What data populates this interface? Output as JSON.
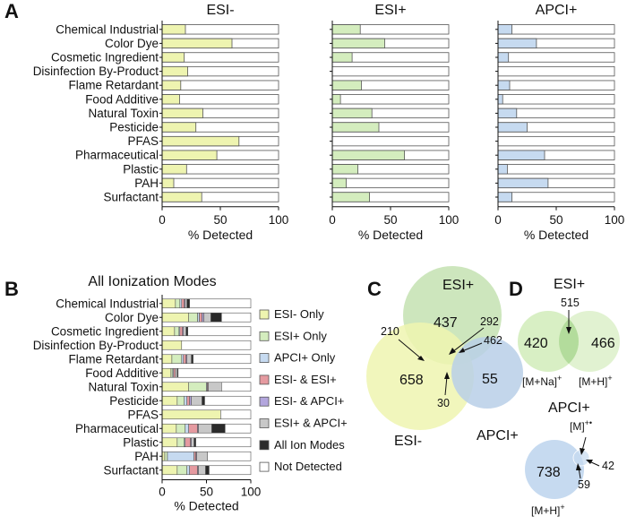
{
  "panels": {
    "A": "A",
    "B": "B",
    "C": "C",
    "D": "D"
  },
  "colors": {
    "esi_neg": "#eef4b0",
    "esi_pos": "#d4edbe",
    "apci_pos": "#c6daf0",
    "esi_neg_and_esi_pos": "#e59aa0",
    "esi_neg_and_apci_pos": "#b3a6dd",
    "esi_pos_and_apci_pos": "#c8c8c8",
    "all_modes": "#2a2a2a",
    "not_detected": "#ffffff"
  },
  "chart_data": [
    {
      "panel": "A",
      "type": "bar",
      "orientation": "horizontal",
      "title": "ESI-",
      "xlabel": "% Detected",
      "xlim": [
        0,
        100
      ],
      "xticks": [
        0,
        50,
        100
      ],
      "categories": [
        "Chemical Industrial",
        "Color Dye",
        "Cosmetic Ingredient",
        "Disinfection By-Product",
        "Flame Retardant",
        "Food Additive",
        "Natural Toxin",
        "Pesticide",
        "PFAS",
        "Pharmaceutical",
        "Plastic",
        "PAH",
        "Surfactant"
      ],
      "values": [
        20,
        60,
        19,
        22,
        16,
        15,
        35,
        29,
        66,
        47,
        21,
        10,
        34
      ]
    },
    {
      "panel": "A",
      "type": "bar",
      "orientation": "horizontal",
      "title": "ESI+",
      "xlabel": "% Detected",
      "xlim": [
        0,
        100
      ],
      "xticks": [
        0,
        50,
        100
      ],
      "categories": [
        "Chemical Industrial",
        "Color Dye",
        "Cosmetic Ingredient",
        "Disinfection By-Product",
        "Flame Retardant",
        "Food Additive",
        "Natural Toxin",
        "Pesticide",
        "PFAS",
        "Pharmaceutical",
        "Plastic",
        "PAH",
        "Surfactant"
      ],
      "values": [
        24,
        45,
        17,
        0,
        25,
        7,
        34,
        40,
        0,
        62,
        22,
        12,
        32
      ]
    },
    {
      "panel": "A",
      "type": "bar",
      "orientation": "horizontal",
      "title": "APCI+",
      "xlabel": "% Detected",
      "xlim": [
        0,
        100
      ],
      "xticks": [
        0,
        50,
        100
      ],
      "categories": [
        "Chemical Industrial",
        "Color Dye",
        "Cosmetic Ingredient",
        "Disinfection By-Product",
        "Flame Retardant",
        "Food Additive",
        "Natural Toxin",
        "Pesticide",
        "PFAS",
        "Pharmaceutical",
        "Plastic",
        "PAH",
        "Surfactant"
      ],
      "values": [
        12,
        33,
        9,
        0,
        10,
        4,
        16,
        25,
        0,
        40,
        8,
        43,
        12
      ]
    },
    {
      "panel": "B",
      "type": "bar",
      "orientation": "horizontal",
      "stacked": true,
      "title": "All Ionization Modes",
      "xlabel": "% Detected",
      "xlim": [
        0,
        100
      ],
      "xticks": [
        0,
        50,
        100
      ],
      "legend_position": "right",
      "categories": [
        "Chemical Industrial",
        "Color Dye",
        "Cosmetic Ingredient",
        "Disinfection By-Product",
        "Flame Retardant",
        "Food Additive",
        "Natural Toxin",
        "Pesticide",
        "PFAS",
        "Pharmaceutical",
        "Plastic",
        "PAH",
        "Surfactant"
      ],
      "series": [
        {
          "name": "ESI- Only",
          "color_key": "esi_neg",
          "values": [
            15,
            30,
            14,
            22,
            11,
            10,
            30,
            17,
            66,
            16,
            17,
            3,
            17
          ]
        },
        {
          "name": "ESI+ Only",
          "color_key": "esi_pos",
          "values": [
            5,
            10,
            5,
            0,
            11,
            2,
            20,
            8,
            0,
            10,
            8,
            3,
            11
          ]
        },
        {
          "name": "APCI+ Only",
          "color_key": "apci_pos",
          "values": [
            2,
            2,
            1,
            0,
            2,
            1,
            1,
            3,
            0,
            4,
            1,
            30,
            3
          ]
        },
        {
          "name": "ESI- & ESI+",
          "color_key": "esi_neg_and_esi_pos",
          "values": [
            3,
            3,
            3,
            0,
            3,
            2,
            1,
            3,
            0,
            10,
            6,
            2,
            9
          ]
        },
        {
          "name": "ESI- & APCI+",
          "color_key": "esi_neg_and_apci_pos",
          "values": [
            1,
            2,
            1,
            0,
            1,
            0,
            0,
            2,
            0,
            1,
            1,
            1,
            1
          ]
        },
        {
          "name": "ESI+ & APCI+",
          "color_key": "esi_pos_and_apci_pos",
          "values": [
            2,
            8,
            3,
            0,
            5,
            2,
            15,
            12,
            0,
            15,
            3,
            12,
            8
          ]
        },
        {
          "name": "All Ion Modes",
          "color_key": "all_modes",
          "values": [
            3,
            12,
            2,
            0,
            2,
            1,
            0,
            3,
            0,
            15,
            2,
            0,
            4
          ]
        },
        {
          "name": "Not Detected",
          "color_key": "not_detected",
          "values": [
            69,
            33,
            71,
            78,
            65,
            82,
            33,
            52,
            34,
            29,
            62,
            49,
            47
          ]
        }
      ]
    },
    {
      "panel": "C",
      "type": "venn",
      "sets": [
        "ESI+",
        "ESI-",
        "APCI+"
      ],
      "regions": {
        "ESI+ only": 437,
        "ESI- only": 658,
        "APCI+ only": 55,
        "ESI- & ESI+": 210,
        "all three": 292,
        "ESI+ & APCI+": 462,
        "ESI- & APCI+": 30
      }
    },
    {
      "panel": "D",
      "type": "venn",
      "title": "ESI+",
      "sets": [
        "[M+Na]+",
        "[M+H]+"
      ],
      "set_labels": [
        {
          "main": "[M+Na]",
          "sup": "+"
        },
        {
          "main": "[M+H]",
          "sup": "+"
        }
      ],
      "regions": {
        "[M+Na]+ only": 420,
        "[M+H]+ only": 466,
        "both": 515
      }
    },
    {
      "panel": "D",
      "type": "venn",
      "title": "APCI+",
      "sets": [
        "[M+H]+",
        "[M]+•"
      ],
      "set_labels": [
        {
          "main": "[M+H]",
          "sup": "+"
        },
        {
          "main": "[M]",
          "sup": "+•"
        }
      ],
      "regions": {
        "[M+H]+ only": 738,
        "[M]+• only": 42,
        "both": 59
      }
    }
  ]
}
